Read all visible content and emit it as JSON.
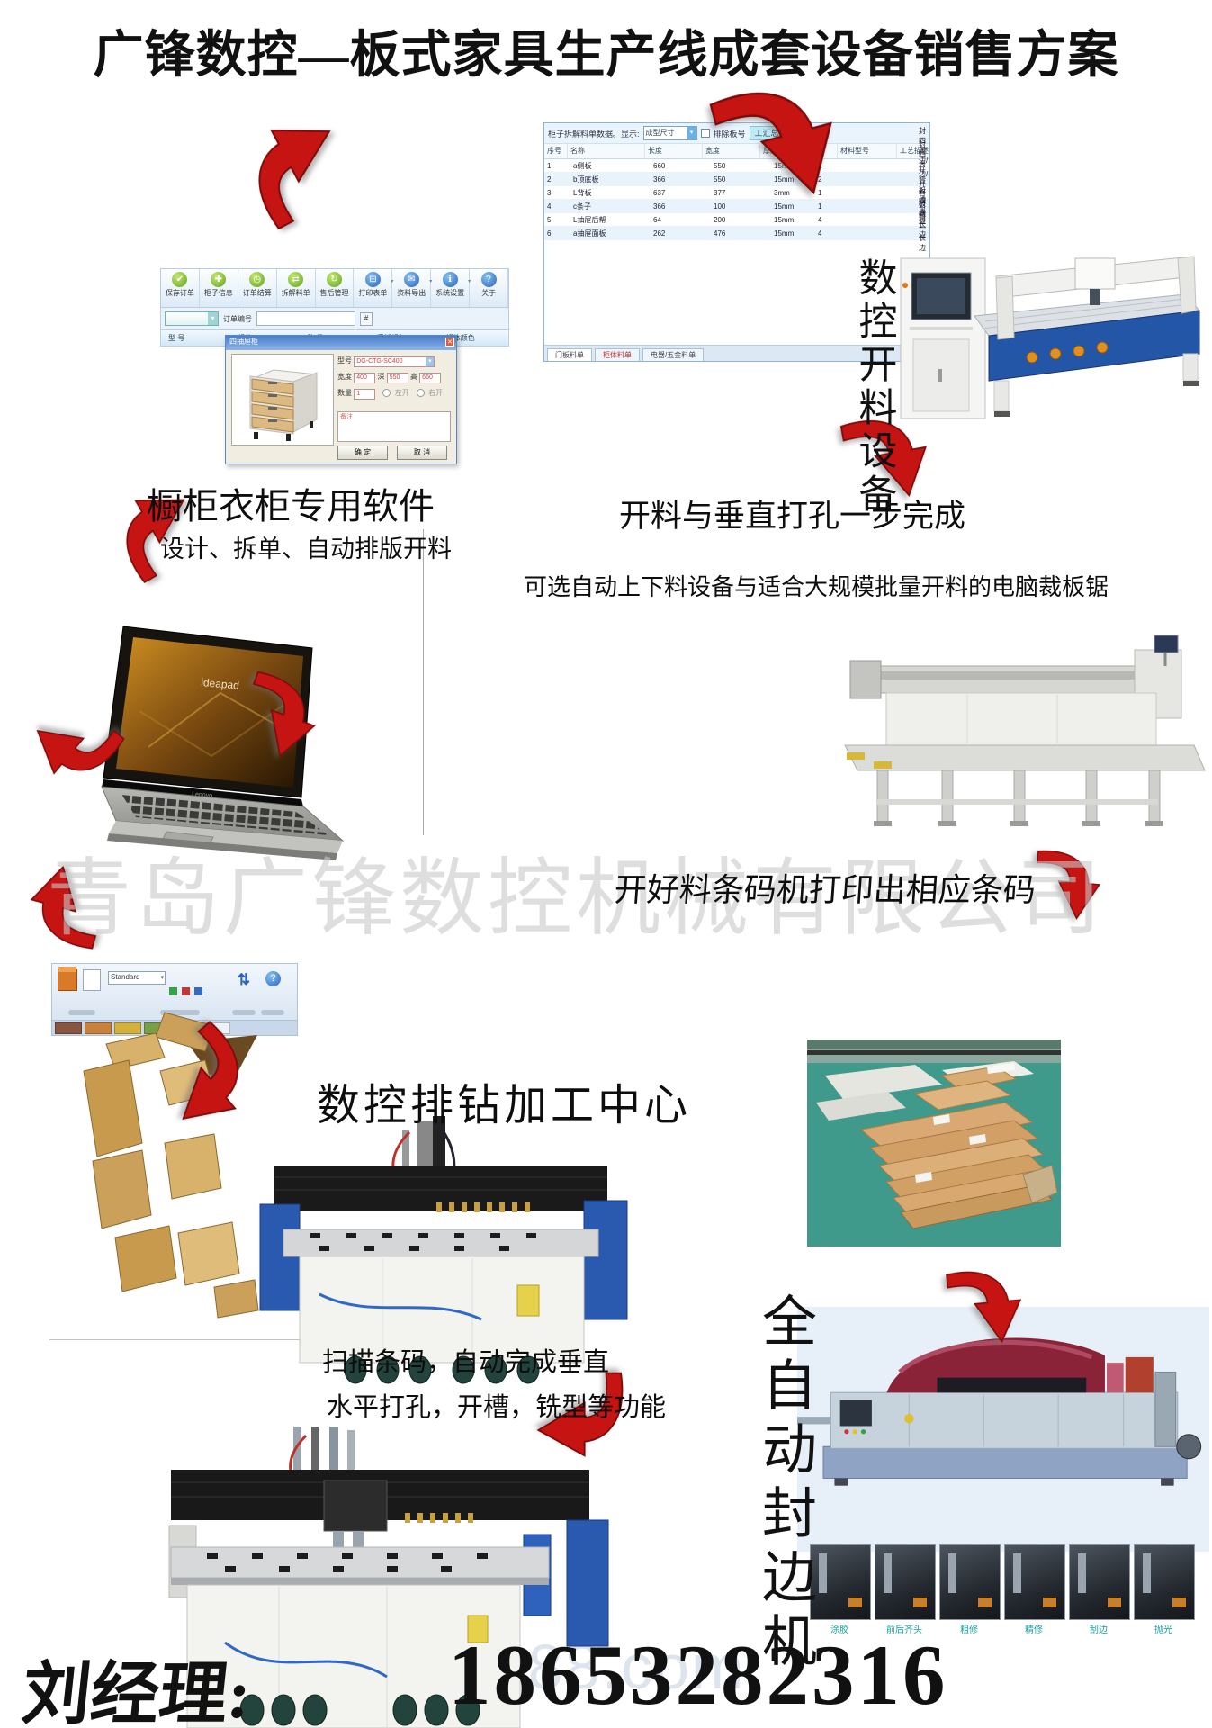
{
  "title": "广锋数控—板式家具生产线成套设备销售方案",
  "software": {
    "toolbar": [
      {
        "label": "保存订单",
        "glyph": "✔"
      },
      {
        "label": "柜子信息",
        "glyph": "✚"
      },
      {
        "label": "订单结算",
        "glyph": "◷"
      },
      {
        "label": "拆解料单",
        "glyph": "⇄"
      },
      {
        "label": "售后管理",
        "glyph": "↻"
      },
      {
        "label": "打印表单",
        "glyph": "⊟"
      },
      {
        "label": "资料导出",
        "glyph": "✉"
      },
      {
        "label": "系统设置",
        "glyph": "ℹ"
      },
      {
        "label": "关于",
        "glyph": "?"
      }
    ],
    "order_no_label": "订单编号",
    "search_button": "#",
    "grid_headers": [
      "型 号",
      "规格(W*D*H)",
      "数 量",
      "门板颜色",
      "柜体颜色"
    ],
    "dialog": {
      "title": "四抽屉柜",
      "model_label": "型号",
      "model_value": "DG-CTG-SC400",
      "width_label": "宽度",
      "width_value": "400",
      "depth_label": "深",
      "depth_value": "550",
      "height_label": "高",
      "height_value": "660",
      "qty_label": "数量",
      "qty_value": "1",
      "left_open": "左开",
      "right_open": "右开",
      "remark_label": "备注",
      "ok_button": "确 定",
      "cancel_button": "取 消"
    },
    "caption_main": "橱柜衣柜专用软件",
    "caption_sub": "设计、拆单、自动排版开料"
  },
  "parts_list": {
    "title_text": "柜子拆解料单数据。显示:",
    "display_mode": "成型尺寸",
    "exclude_label": "排除板号",
    "summary_button": "工汇总",
    "columns": [
      "序号",
      "名称",
      "长度",
      "宽度",
      "厚度",
      "数量",
      "材料型号",
      "工艺描述"
    ],
    "rows": [
      [
        "1",
        "a侧板",
        "660",
        "550",
        "15mm",
        "2",
        "",
        "封四周边/开背板槽"
      ],
      [
        "2",
        "b顶底板",
        "366",
        "550",
        "15mm",
        "2",
        "",
        "封四周边/开背板槽"
      ],
      [
        "3",
        "L背板",
        "637",
        "377",
        "3mm",
        "1",
        "",
        ""
      ],
      [
        "4",
        "c条子",
        "366",
        "100",
        "15mm",
        "1",
        "",
        "封四周边"
      ],
      [
        "5",
        "L抽屉后帮",
        "64",
        "200",
        "15mm",
        "4",
        "",
        "封两长边"
      ],
      [
        "6",
        "a抽屉面板",
        "262",
        "476",
        "15mm",
        "4",
        "",
        "封一长边"
      ]
    ],
    "tabs": [
      "门板料单",
      "柜体料单",
      "电器/五金料单"
    ]
  },
  "flow": {
    "cnc_cutting_vertical": "数控开料设备",
    "step_one": "开料与垂直打孔一步完成",
    "step_two": "可选自动上下料设备与适合大规模批量开料的电脑裁板锯",
    "barcode_step": "开好料条码机打印出相应条码",
    "drill_center": "数控排钻加工中心",
    "scan_line1": "扫描条码，自动完成垂直",
    "scan_line2": "水平打孔，开槽，铣型等功能",
    "edge_bander_vertical": "全自动封边机"
  },
  "laptop": {
    "brand": "ideapad",
    "logo": "Lenovo"
  },
  "ribbon": {
    "dropdown_value": "Standard"
  },
  "edge_bander_steps": [
    "涂胶",
    "前后齐头",
    "粗修",
    "精修",
    "刮边",
    "抛光"
  ],
  "watermark": "青岛广锋数控机械有限公司",
  "watermark_bottom": "cnc1688.com",
  "contact": {
    "name_label": "刘经理:",
    "phone": "18653282316"
  },
  "colors": {
    "arrow_red": "#c51412",
    "machine_blue": "#2a5ab0",
    "teal_floor": "#3f9a8c",
    "maroon": "#8a2238"
  }
}
